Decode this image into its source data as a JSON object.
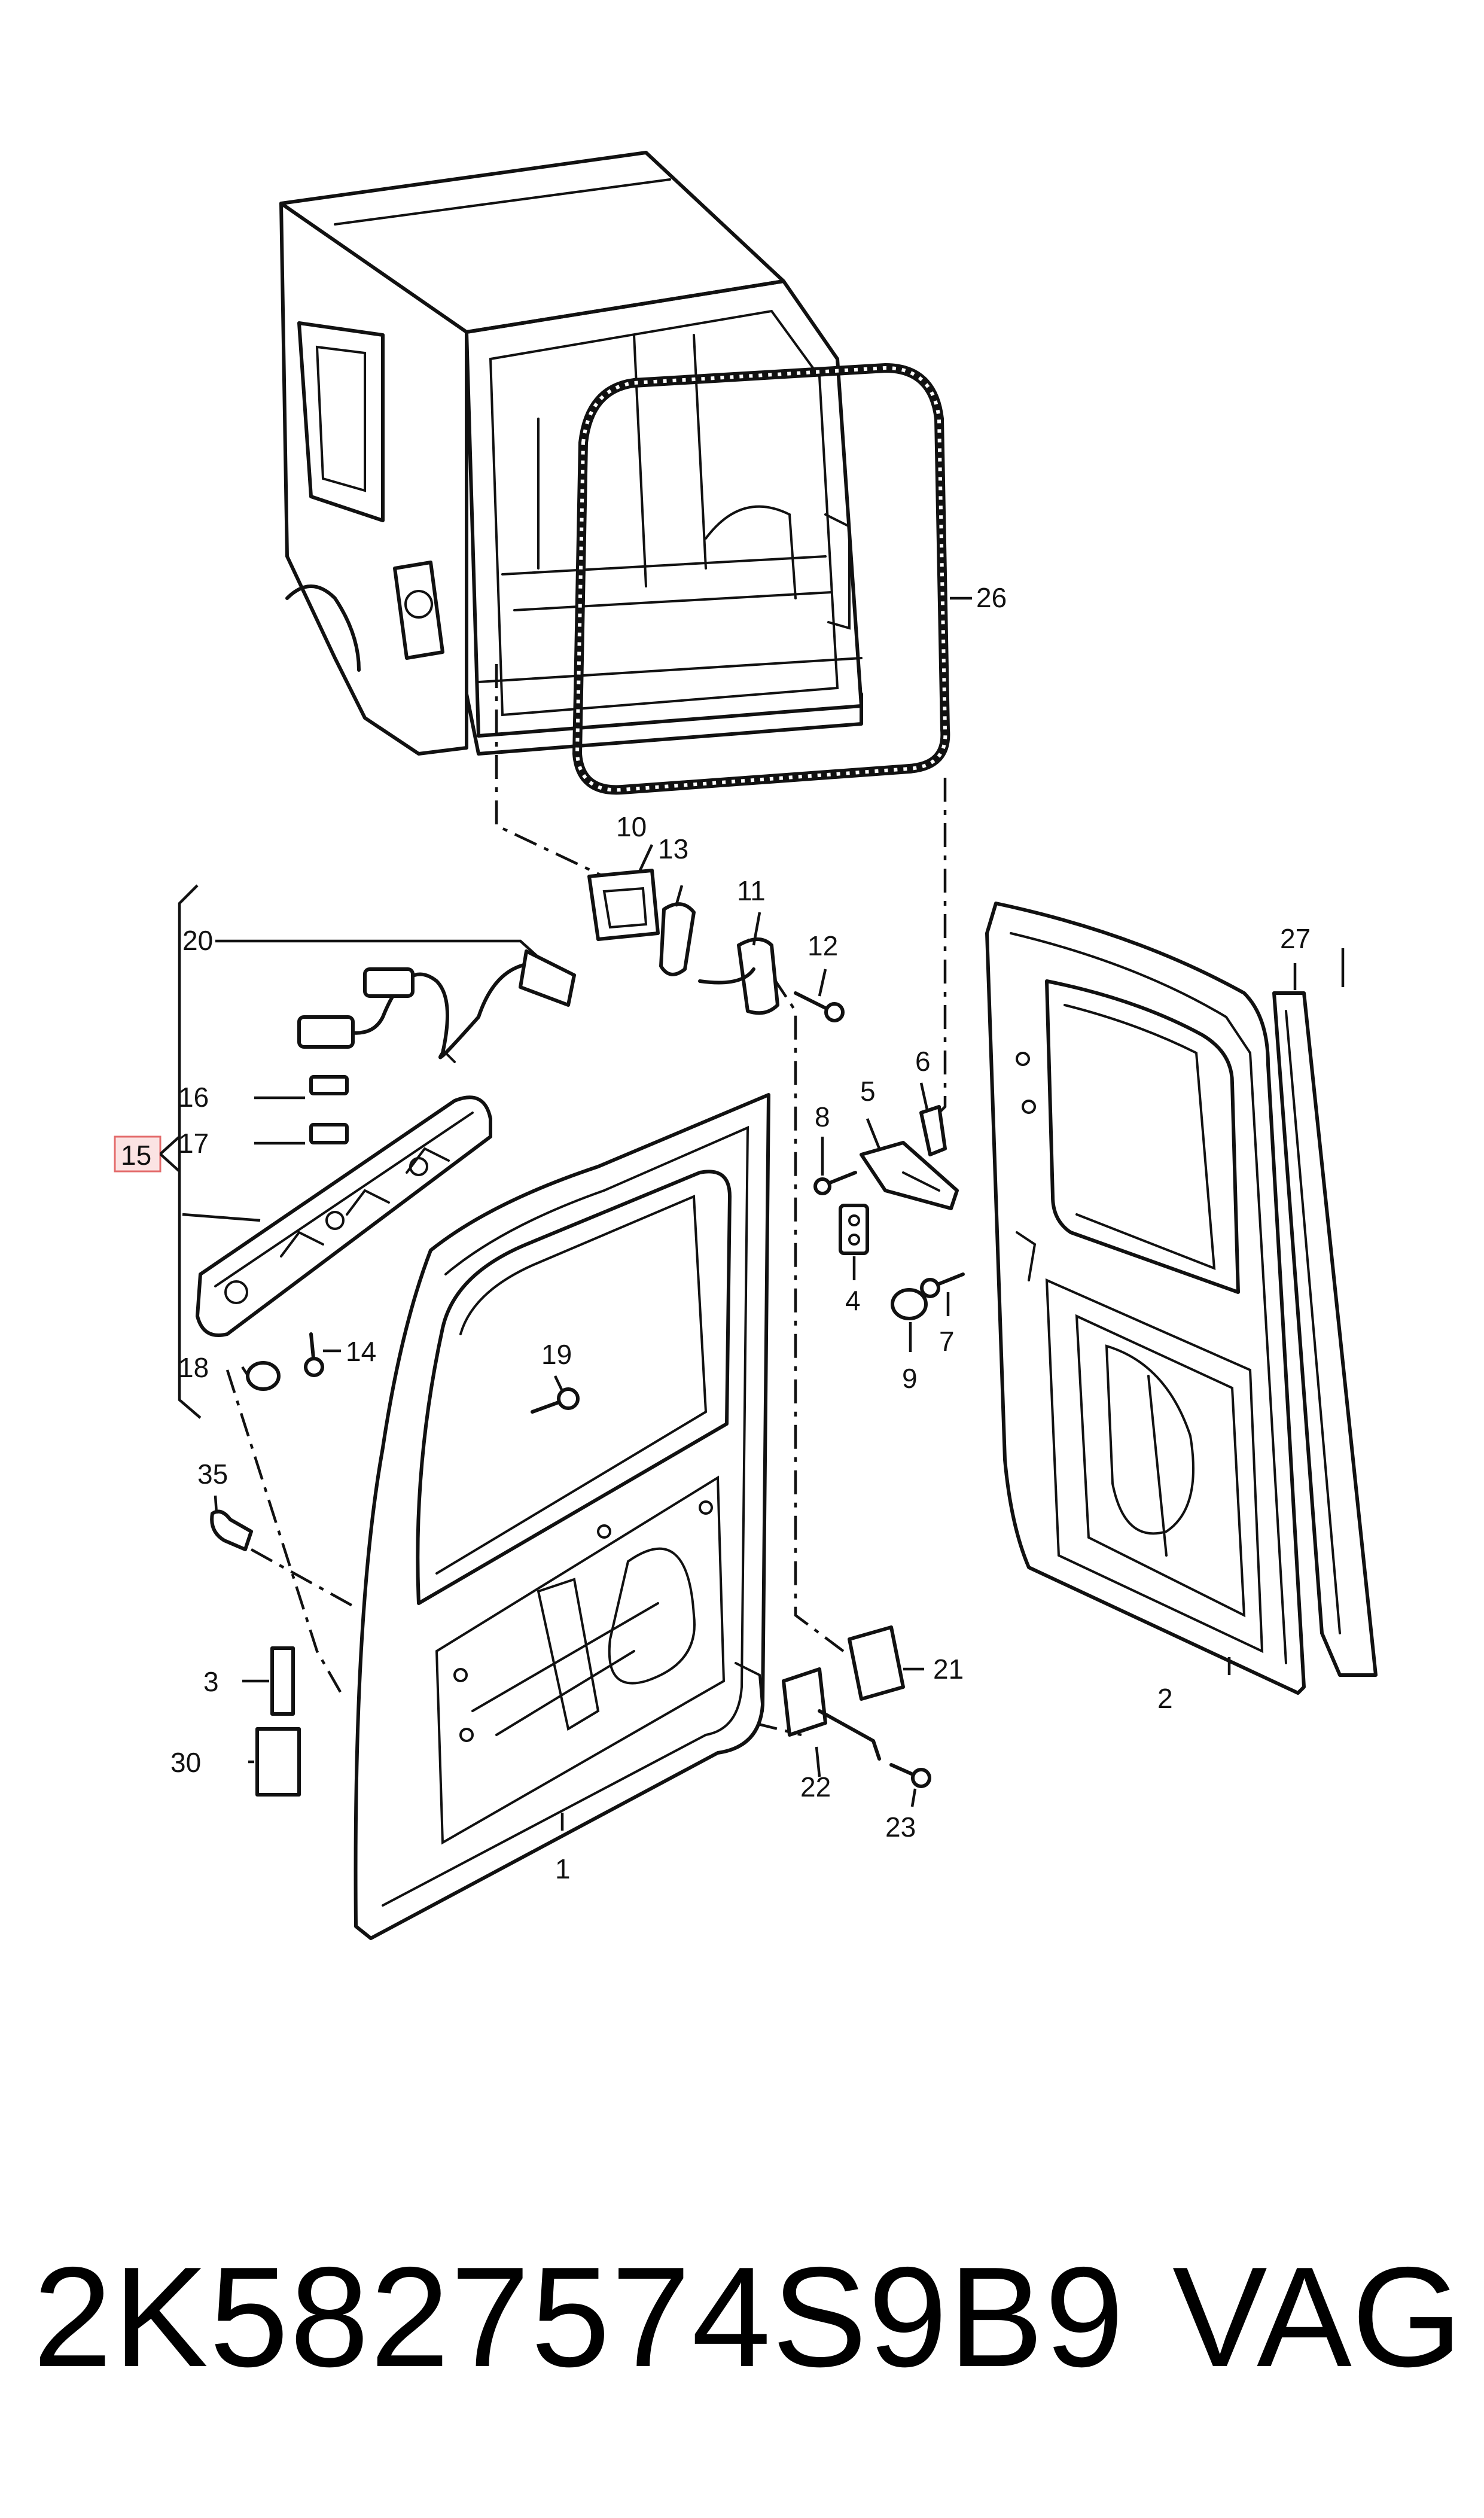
{
  "diagram": {
    "callouts": {
      "c1": "1",
      "c2": "2",
      "c3": "3",
      "c4": "4",
      "c5": "5",
      "c6": "6",
      "c7": "7",
      "c8": "8",
      "c9": "9",
      "c10": "10",
      "c11": "11",
      "c12": "12",
      "c13": "13",
      "c14": "14",
      "c15": "15",
      "c16": "16",
      "c17": "17",
      "c18": "18",
      "c19": "19",
      "c20": "20",
      "c21": "21",
      "c22": "22",
      "c23": "23",
      "c26": "26",
      "c27": "27",
      "c30": "30",
      "c35": "35"
    },
    "highlight_color": "#e36b6b",
    "highlight_fill": "#fbe3e3"
  },
  "footer": {
    "part_number": "2K5827574S9B9",
    "brand": "VAG"
  }
}
